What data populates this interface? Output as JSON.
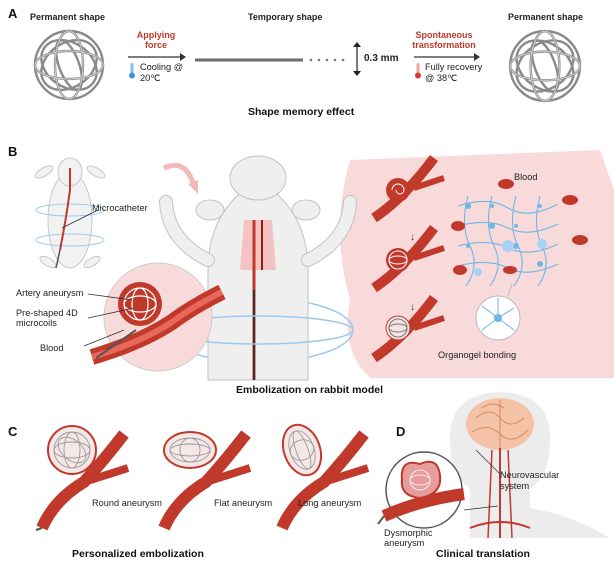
{
  "panelA": {
    "letter": "A",
    "left_title": "Permanent shape",
    "mid_title": "Temporary shape",
    "right_title": "Permanent shape",
    "applying_force": "Applying force",
    "cooling": "Cooling @ 20℃",
    "thickness": "0.3 mm",
    "spontaneous": "Spontaneous transformation",
    "recovery": "Fully recovery @ 38℃",
    "caption": "Shape memory effect"
  },
  "panelB": {
    "letter": "B",
    "microcatheter": "Microcatheter",
    "artery_aneurysm": "Artery aneurysm",
    "microcoils": "Pre-shaped 4D microcoils",
    "blood_left": "Blood",
    "blood_right": "Blood",
    "organogel": "Organogel bonding",
    "caption": "Embolization on rabbit model"
  },
  "panelC": {
    "letter": "C",
    "round": "Round aneurysm",
    "flat": "Flat aneurysm",
    "long": "Long aneurysm",
    "caption": "Personalized embolization"
  },
  "panelD": {
    "letter": "D",
    "neuro": "Neurovascular system",
    "dysmorphic": "Dysmorphic aneurysm",
    "caption": "Clinical translation"
  },
  "colors": {
    "vessel": "#c0392b",
    "vessel_dark": "#8e1f17",
    "pink_bg": "#f9dada",
    "coil": "#888888",
    "network": "#6fb6e6"
  }
}
